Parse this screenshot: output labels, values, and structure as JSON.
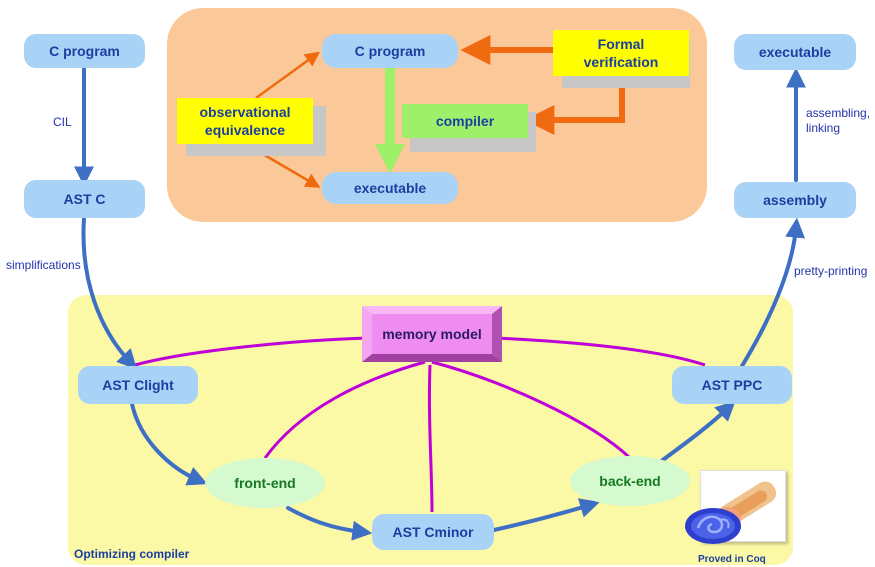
{
  "nodes": {
    "c_program_left": "C program",
    "ast_c": "AST C",
    "ast_clight": "AST Clight",
    "front_end": "front-end",
    "ast_cminor": "AST Cminor",
    "back_end": "back-end",
    "ast_ppc": "AST PPC",
    "assembly": "assembly",
    "executable_right": "executable",
    "memory_model": "memory model"
  },
  "verification_panel": {
    "c_program": "C program",
    "executable": "executable",
    "compiler": "compiler",
    "formal_verification": "Formal\nverification",
    "observational_equivalence": "observational\nequivalence"
  },
  "edge_labels": {
    "cil": "CIL",
    "simplifications": "simplifications",
    "pretty_printing": "pretty-printing",
    "assembling_linking": "assembling,\nlinking"
  },
  "optimizing_panel": {
    "label": "Optimizing compiler",
    "badge": "Proved in Coq"
  },
  "colors": {
    "verification_bg": "#fbc999",
    "optimizing_bg": "#fbf8a6",
    "node_blue": "#a9d2f7",
    "arrow_blue": "#3d6fc4",
    "arrow_orange": "#f06a10",
    "arrow_green": "#9ef06a",
    "link_magenta": "#c000d8"
  }
}
